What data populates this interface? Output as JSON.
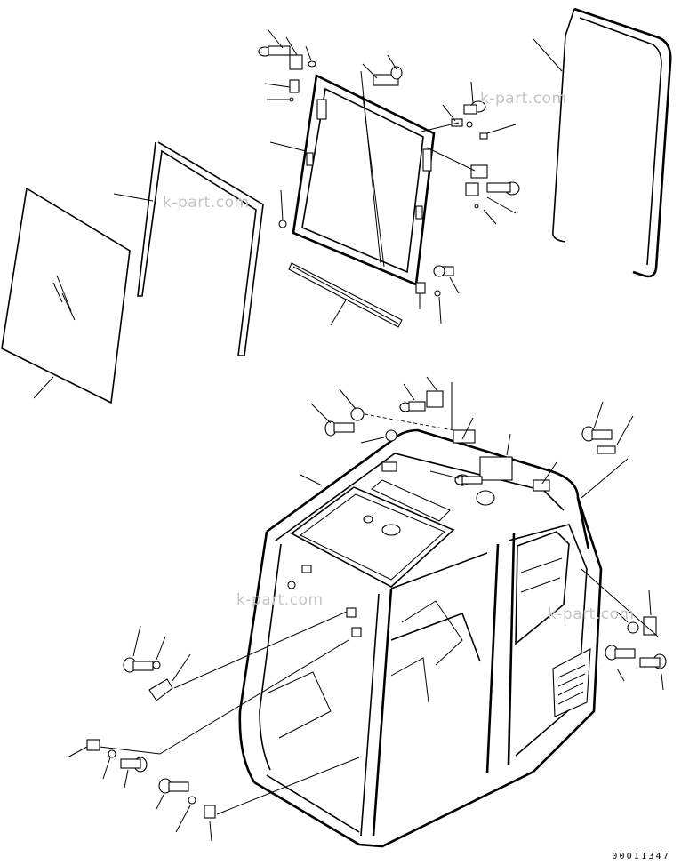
{
  "watermark": {
    "text": "k-part.com",
    "color": "#c4c4c4"
  },
  "illustration_code": "00011347",
  "diagram": {
    "type": "exploded parts view",
    "subject": "operator cab glass, door frame, seals and mounting hardware"
  }
}
